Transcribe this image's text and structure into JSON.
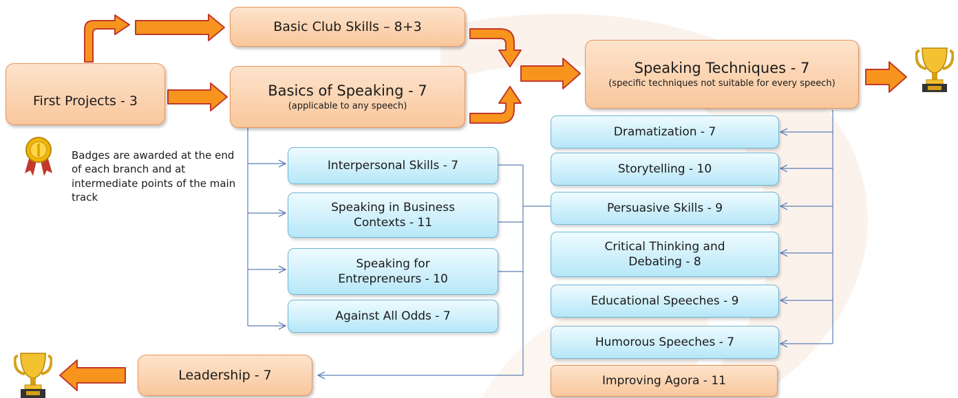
{
  "main_track": {
    "first_projects": "First Projects - 3",
    "basic_club_skills": "Basic Club Skills – 8+3",
    "basics_of_speaking": "Basics of Speaking - 7",
    "basics_of_speaking_note": "(applicable to any speech)",
    "speaking_techniques": "Speaking Techniques - 7",
    "speaking_techniques_note": "(specific techniques not suitable for every speech)"
  },
  "left_branches": [
    {
      "line1": "Interpersonal Skills - 7",
      "line2": ""
    },
    {
      "line1": "Speaking in Business",
      "line2": "Contexts - 11"
    },
    {
      "line1": "Speaking for",
      "line2": "Entrepreneurs - 10"
    },
    {
      "line1": "Against All Odds - 7",
      "line2": ""
    }
  ],
  "right_branches": [
    {
      "line1": "Dramatization - 7",
      "line2": ""
    },
    {
      "line1": "Storytelling - 10",
      "line2": ""
    },
    {
      "line1": "Persuasive Skills - 9",
      "line2": ""
    },
    {
      "line1": "Critical Thinking and",
      "line2": "Debating - 8"
    },
    {
      "line1": "Educational Speeches - 9",
      "line2": ""
    },
    {
      "line1": "Humorous Speeches - 7",
      "line2": ""
    }
  ],
  "improving_agora": "Improving Agora - 11",
  "leadership": "Leadership - 7",
  "badge_note": "Badges are awarded at the end of each branch and at intermediate points of the main track",
  "icons": {
    "badge": "medal-ribbon-icon",
    "trophy": "gold-trophy-icon"
  },
  "colors": {
    "orange_box": "#f9c79c",
    "orange_border": "#e8955a",
    "blue_box": "#b6e7f8",
    "blue_border": "#6fb4d2",
    "arrow_fill": "#f7941d",
    "arrow_stroke": "#c0392b",
    "connector": "#5b7fb5"
  }
}
